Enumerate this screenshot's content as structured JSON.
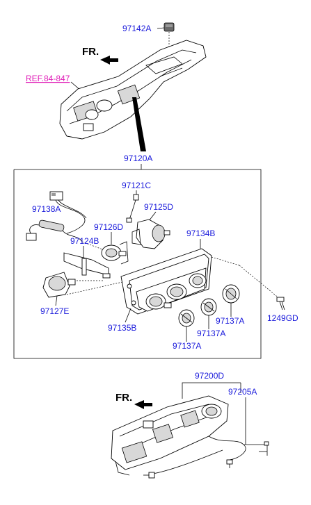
{
  "labels": {
    "p97142A": "97142A",
    "fr_top": "FR.",
    "ref": "REF.84-847",
    "p97120A": "97120A",
    "p97121C": "97121C",
    "p97125D": "97125D",
    "p97138A": "97138A",
    "p97126D": "97126D",
    "p97124B": "97124B",
    "p97134B": "97134B",
    "p97127E": "97127E",
    "p97135B": "97135B",
    "p97137A_1": "97137A",
    "p97137A_2": "97137A",
    "p97137A_3": "97137A",
    "p1249GD": "1249GD",
    "p97200D": "97200D",
    "p97205A": "97205A",
    "fr_bottom": "FR."
  }
}
